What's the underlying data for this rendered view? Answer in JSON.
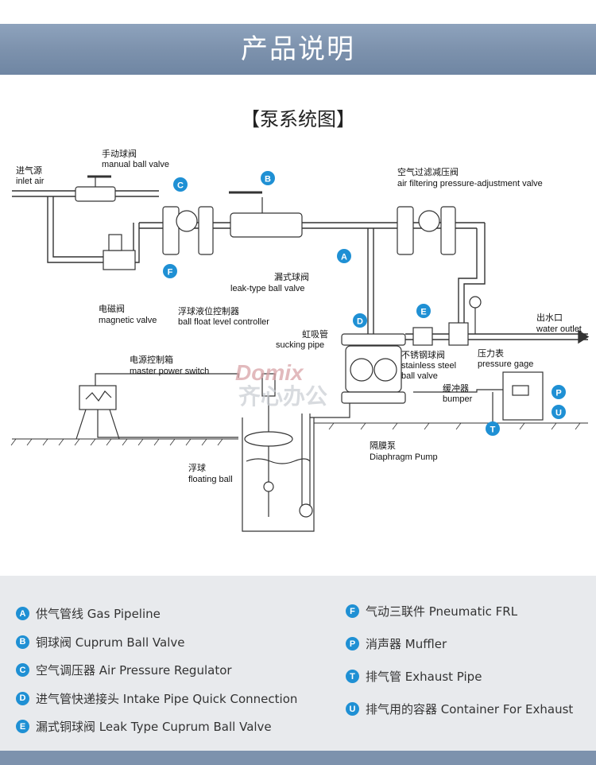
{
  "header": {
    "title": "产品说明"
  },
  "section": {
    "title": "【泵系统图】"
  },
  "diagram": {
    "labels": {
      "inlet_cn": "进气源",
      "inlet_en": "inlet air",
      "manual_cn": "手动球阀",
      "manual_en": "manual ball valve",
      "magnetic_cn": "电磁阀",
      "magnetic_en": "magnetic valve",
      "leak_cn": "漏式球阀",
      "leak_en": "leak-type ball valve",
      "airfilter_cn": "空气过滤减压阀",
      "airfilter_en": "air filtering pressure-adjustment valve",
      "float_ctrl_cn": "浮球液位控制器",
      "float_ctrl_en": "ball float level controller",
      "sucking_cn": "虹吸管",
      "sucking_en": "sucking pipe",
      "power_cn": "电源控制箱",
      "power_en": "master power switch",
      "stainless_cn": "不锈钢球阀",
      "stainless_en1": "stainless steel",
      "stainless_en2": "ball valve",
      "pressure_cn": "压力表",
      "pressure_en": "pressure gage",
      "outlet_cn": "出水口",
      "outlet_en": "water outlet",
      "bumper_cn": "缓冲器",
      "bumper_en": "bumper",
      "diaphragm_cn": "隔膜泵",
      "diaphragm_en": "Diaphragm Pump",
      "floatball_cn": "浮球",
      "floatball_en": "floating ball"
    },
    "markers": {
      "a": "A",
      "b": "B",
      "c": "C",
      "d": "D",
      "e": "E",
      "f": "F",
      "p": "P",
      "t": "T",
      "u": "U"
    },
    "watermark": {
      "brand": "Domix",
      "cn": "齐心办公"
    }
  },
  "legend": {
    "left": [
      {
        "key": "A",
        "text": "供气管线 Gas Pipeline"
      },
      {
        "key": "B",
        "text": "铜球阀 Cuprum Ball Valve"
      },
      {
        "key": "C",
        "text": "空气调压器 Air Pressure Regulator"
      },
      {
        "key": "D",
        "text": "进气管快递接头 Intake Pipe Quick Connection"
      },
      {
        "key": "E",
        "text": "漏式铜球阀 Leak Type Cuprum Ball Valve"
      }
    ],
    "right": [
      {
        "key": "F",
        "text": "气动三联件 Pneumatic FRL"
      },
      {
        "key": "P",
        "text": "消声器 Muffler"
      },
      {
        "key": "T",
        "text": "排气管 Exhaust Pipe"
      },
      {
        "key": "U",
        "text": "排气用的容器 Container For Exhaust"
      }
    ]
  },
  "colors": {
    "banner": "#7d92ad",
    "badge": "#1f90d4",
    "legend_bg": "#e8eaed"
  }
}
